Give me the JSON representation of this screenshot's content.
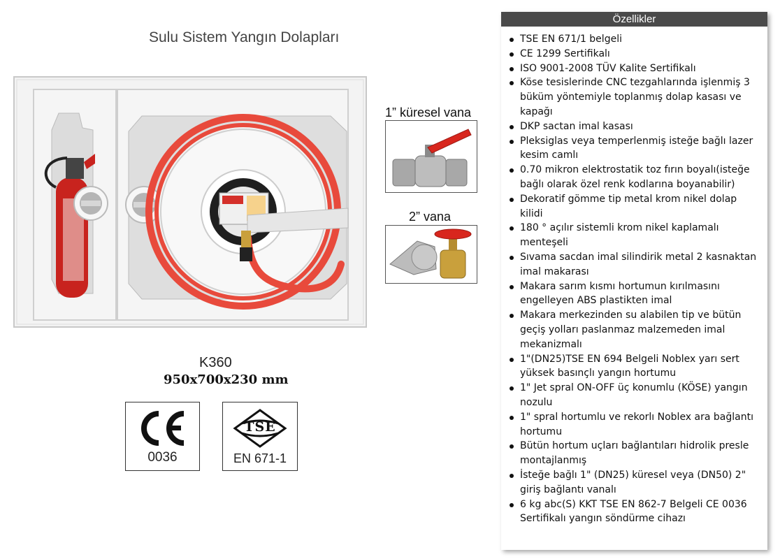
{
  "title": "Sulu Sistem Yangın Dolapları",
  "product": {
    "model": "K360",
    "dimensions": "950x700x230 mm"
  },
  "valves": [
    {
      "label": "1” küresel vana"
    },
    {
      "label": "2” vana"
    }
  ],
  "certifications": [
    {
      "logo_text": "CE",
      "number": "0036"
    },
    {
      "logo_text": "TSE",
      "number": "EN 671-1"
    }
  ],
  "features": {
    "header": "Özellikler",
    "items": [
      "TSE EN 671/1 belgeli",
      "CE 1299 Sertifikalı",
      "ISO 9001-2008 TÜV Kalite Sertifikalı",
      "Köse tesislerinde CNC tezgahlarında işlenmiş 3 büküm yöntemiyle toplanmış dolap kasası ve kapağı",
      "DKP sactan imal kasası",
      "Pleksiglas veya temperlenmiş isteğe bağlı lazer kesim camlı",
      "0.70 mikron elektrostatik toz fırın boyalı(isteğe bağlı olarak özel renk kodlarına boyanabilir)",
      "Dekoratif gömme tip metal krom nikel dolap kilidi",
      "180 ° açılır sistemli krom nikel kaplamalı menteşeli",
      "Sıvama sacdan imal silindirik metal 2 kasnaktan imal makarası",
      "Makara sarım kısmı hortumun kırılmasını engelleyen ABS plastikten imal",
      "Makara merkezinden su alabilen tip ve bütün geçiş yolları paslanmaz malzemeden imal mekanizmalı",
      "1\"(DN25)TSE EN 694 Belgeli Noblex yarı sert yüksek basınçlı yangın hortumu",
      "1\" Jet spral ON-OFF üç konumlu (KÖSE) yangın nozulu",
      "1\" spral hortumlu ve rekorlı Noblex ara bağlantı hortumu",
      "Bütün hortum uçları bağlantıları hidrolik presle montajlanmış",
      "İsteğe bağlı 1\" (DN25) küresel veya (DN50) 2\" giriş bağlantı vanalı",
      "6 kg abc(S) KKT TSE EN 862-7 Belgeli CE 0036 Sertifikalı yangın söndürme cihazı"
    ]
  },
  "colors": {
    "header_bg": "#4a4a4a",
    "cabinet": "#ececec",
    "hose": "#e84a3c",
    "extinguisher": "#c8231e"
  }
}
